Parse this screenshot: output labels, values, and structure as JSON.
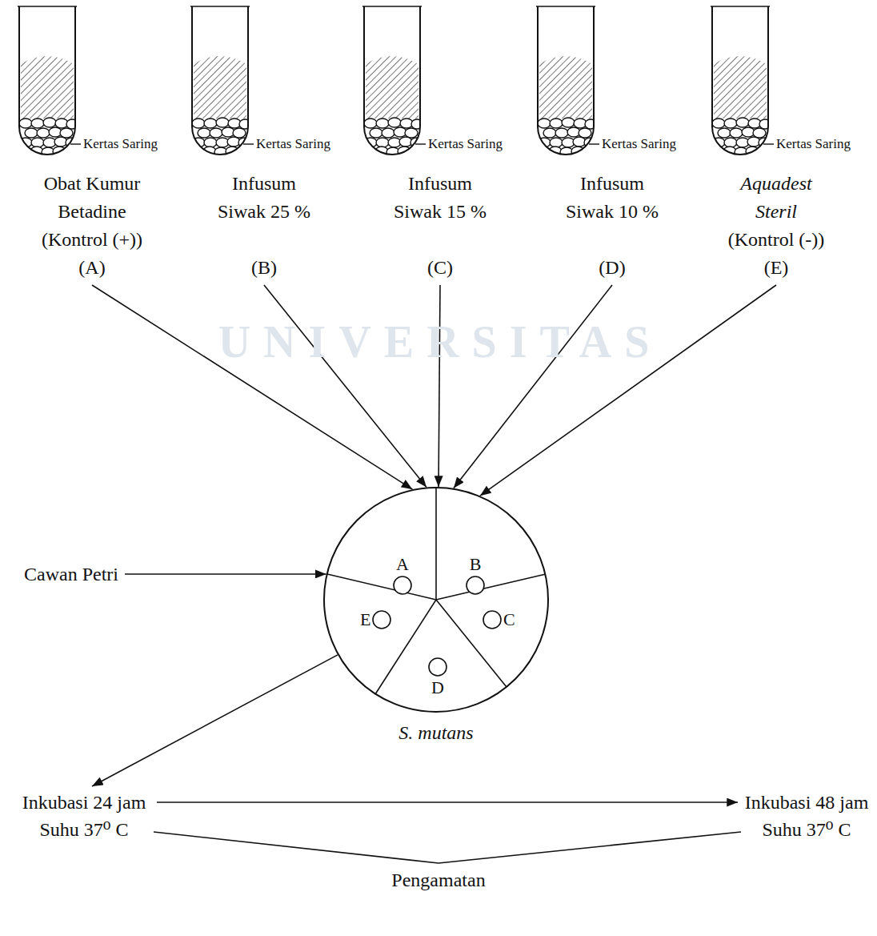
{
  "diagram": {
    "nodes": [
      {
        "text": [
          "Obat Kumur Betadine",
          "(Kontrol (+))",
          "(A)"
        ]
      },
      {
        "text": [
          "Infusum Siwak 25 %",
          "(B)"
        ]
      },
      {
        "text": [
          "Infusum Siwak 15 %",
          "(C)"
        ]
      },
      {
        "text": [
          "Infusum Siwak 10 %",
          "(D)"
        ]
      },
      {
        "text": [
          "Aquadest Steril",
          "(Kontrol (-))",
          "(E)"
        ]
      },
      {
        "text": [
          "Cawan Petri"
        ]
      },
      {
        "text": [
          "S. mutans"
        ]
      },
      {
        "text": [
          "A"
        ],
        "in": 6
      },
      {
        "text": [
          "B"
        ],
        "in": 6
      },
      {
        "text": [
          "C"
        ],
        "in": 6
      },
      {
        "text": [
          "D"
        ],
        "in": 6
      },
      {
        "text": [
          "E"
        ],
        "in": 6
      },
      {
        "text": [
          "Inkubasi 24 jam Suhu 37⁰ C"
        ]
      },
      {
        "text": [
          "Inkubasi 48 jam Suhu 37⁰ C"
        ]
      },
      {
        "text": [
          "Pengamatan"
        ]
      }
    ],
    "edges": [
      {
        "from": 0,
        "to": 6,
        "arrow": "to"
      },
      {
        "from": 1,
        "to": 6,
        "arrow": "to"
      },
      {
        "from": 2,
        "to": 6,
        "arrow": "to"
      },
      {
        "from": 3,
        "to": 6,
        "arrow": "to"
      },
      {
        "from": 4,
        "to": 6,
        "arrow": "to"
      },
      {
        "from": 5,
        "to": 6,
        "arrow": "to"
      },
      {
        "from": 6,
        "to": 12,
        "arrow": "to"
      },
      {
        "from": 12,
        "to": 13,
        "arrow": "to"
      },
      {
        "from": 12,
        "to": 14,
        "arrow": "none"
      },
      {
        "from": 13,
        "to": 14,
        "arrow": "none"
      }
    ],
    "labels": [
      "Kertas Saring",
      "Kertas Saring",
      "Kertas Saring",
      "Kertas Saring",
      "Kertas Saring",
      "UNIVERSITAS"
    ]
  }
}
